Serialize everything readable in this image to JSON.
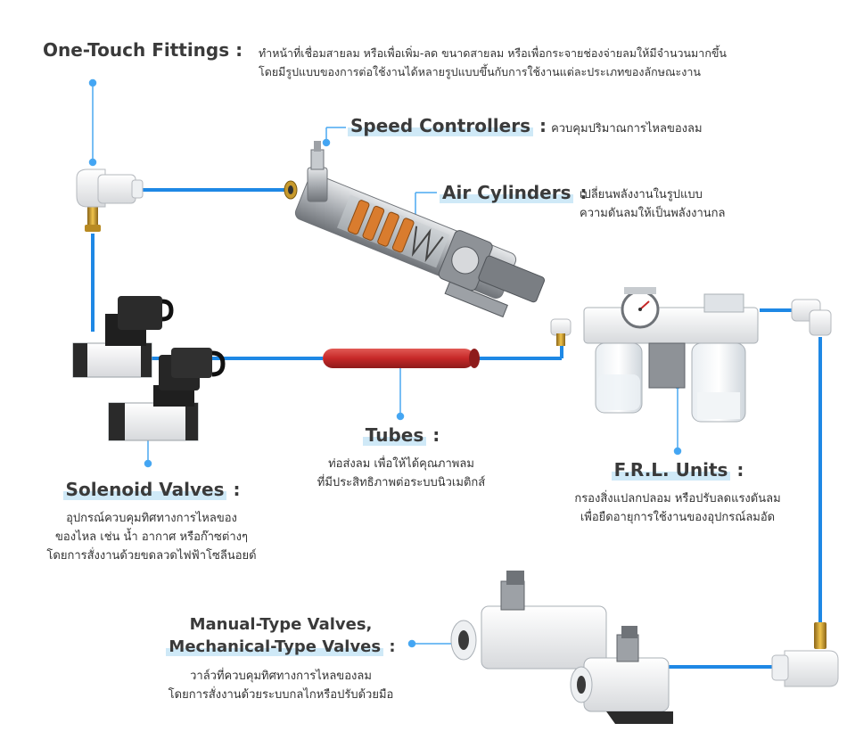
{
  "colors": {
    "tube_blue": "#1e88e5",
    "tube_red": "#d32f2f",
    "pointer": "#42a5f5",
    "highlight": "#cfe9f7"
  },
  "labels": {
    "one_touch": {
      "title": "One-Touch Fittings",
      "sep": ":",
      "line1": "ทำหน้าที่เชื่อมสายลม หรือเพื่อเพิ่ม-ลด ขนาดสายลม หรือเพื่อกระจายช่องจ่ายลมให้มีจำนวนมากขึ้น",
      "line2": "โดยมีรูปแบบของการต่อใช้งานได้หลายรูปแบบขึ้นกับการใช้งานแต่ละประเภทของลักษณะงาน"
    },
    "speed": {
      "title": "Speed Controllers",
      "sep": ":",
      "desc": "ควบคุมปริมาณการไหลของลม"
    },
    "cylinder": {
      "title": "Air Cylinders",
      "sep": ":",
      "line1": "เปลี่ยนพลังงานในรูปแบบ",
      "line2": "ความดันลมให้เป็นพลังงานกล"
    },
    "tubes": {
      "title": "Tubes",
      "sep": ":",
      "line1": "ท่อส่งลม เพื่อให้ได้คุณภาพลม",
      "line2": "ที่มีประสิทธิภาพต่อระบบนิวเมติกส์"
    },
    "frl": {
      "title": "F.R.L. Units",
      "sep": ":",
      "line1": "กรองสิ่งแปลกปลอม หรือปรับลดแรงดันลม",
      "line2": "เพื่อยืดอายุการใช้งานของอุปกรณ์ลมอัด"
    },
    "solenoid": {
      "title": "Solenoid Valves",
      "sep": ":",
      "line1": "อุปกรณ์ควบคุมทิศทางการไหลของ",
      "line2": "ของไหล เช่น น้ำ อากาศ หรือก๊าซต่างๆ",
      "line3": "โดยการสั่งงานด้วยขดลวดไฟฟ้าโซลีนอยด์"
    },
    "manual": {
      "title1": "Manual-Type Valves,",
      "title2": "Mechanical-Type Valves",
      "sep": ":",
      "line1": "วาล์วที่ควบคุมทิศทางการไหลของลม",
      "line2": "โดยการสั่งงานด้วยระบบกลไกหรือปรับด้วยมือ"
    }
  }
}
